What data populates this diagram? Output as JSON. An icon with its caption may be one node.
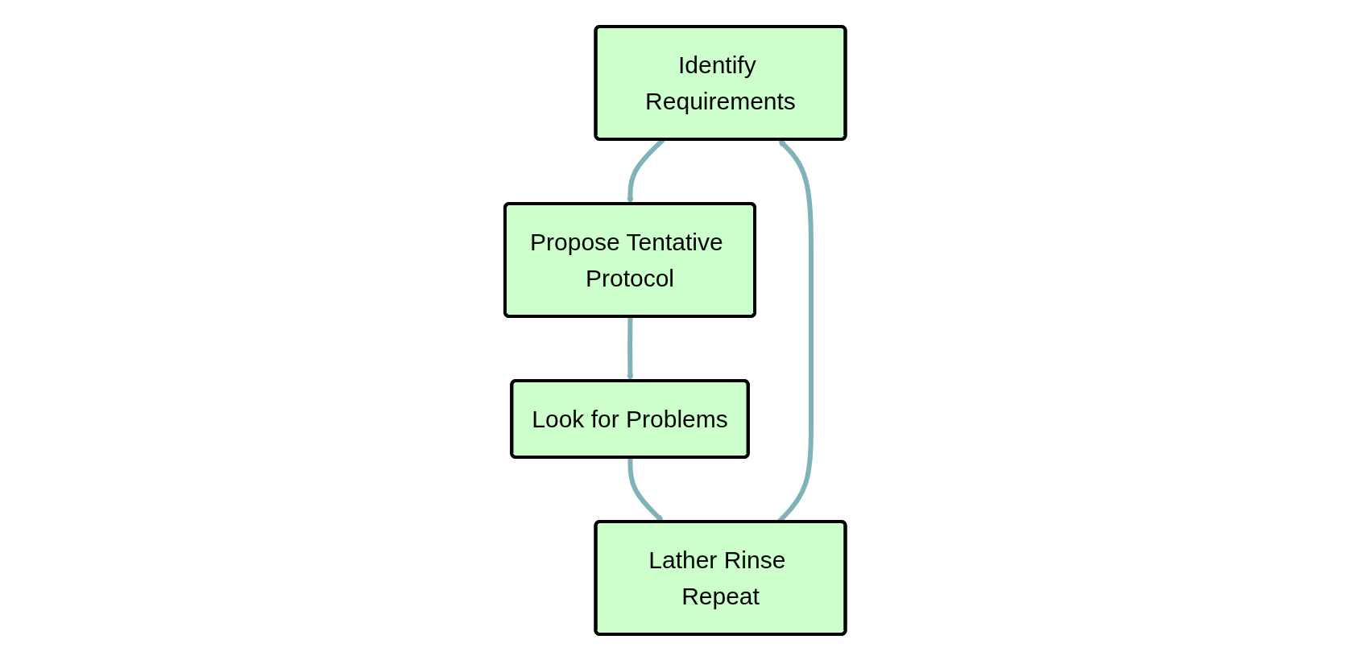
{
  "diagram": {
    "nodes": [
      {
        "text": [
          "Identify Requirements"
        ]
      },
      {
        "text": [
          "Lather Rinse Repeat"
        ]
      },
      {
        "text": [
          "Propose Tentative Protocol"
        ]
      },
      {
        "text": [
          "Look for Problems"
        ]
      }
    ],
    "edges": [
      {
        "from": 0,
        "to": 2,
        "arrow": "to"
      },
      {
        "from": 2,
        "to": 3,
        "arrow": "to"
      },
      {
        "from": 3,
        "to": 1,
        "arrow": "to"
      },
      {
        "from": 1,
        "to": 0,
        "arrow": "to"
      }
    ]
  }
}
